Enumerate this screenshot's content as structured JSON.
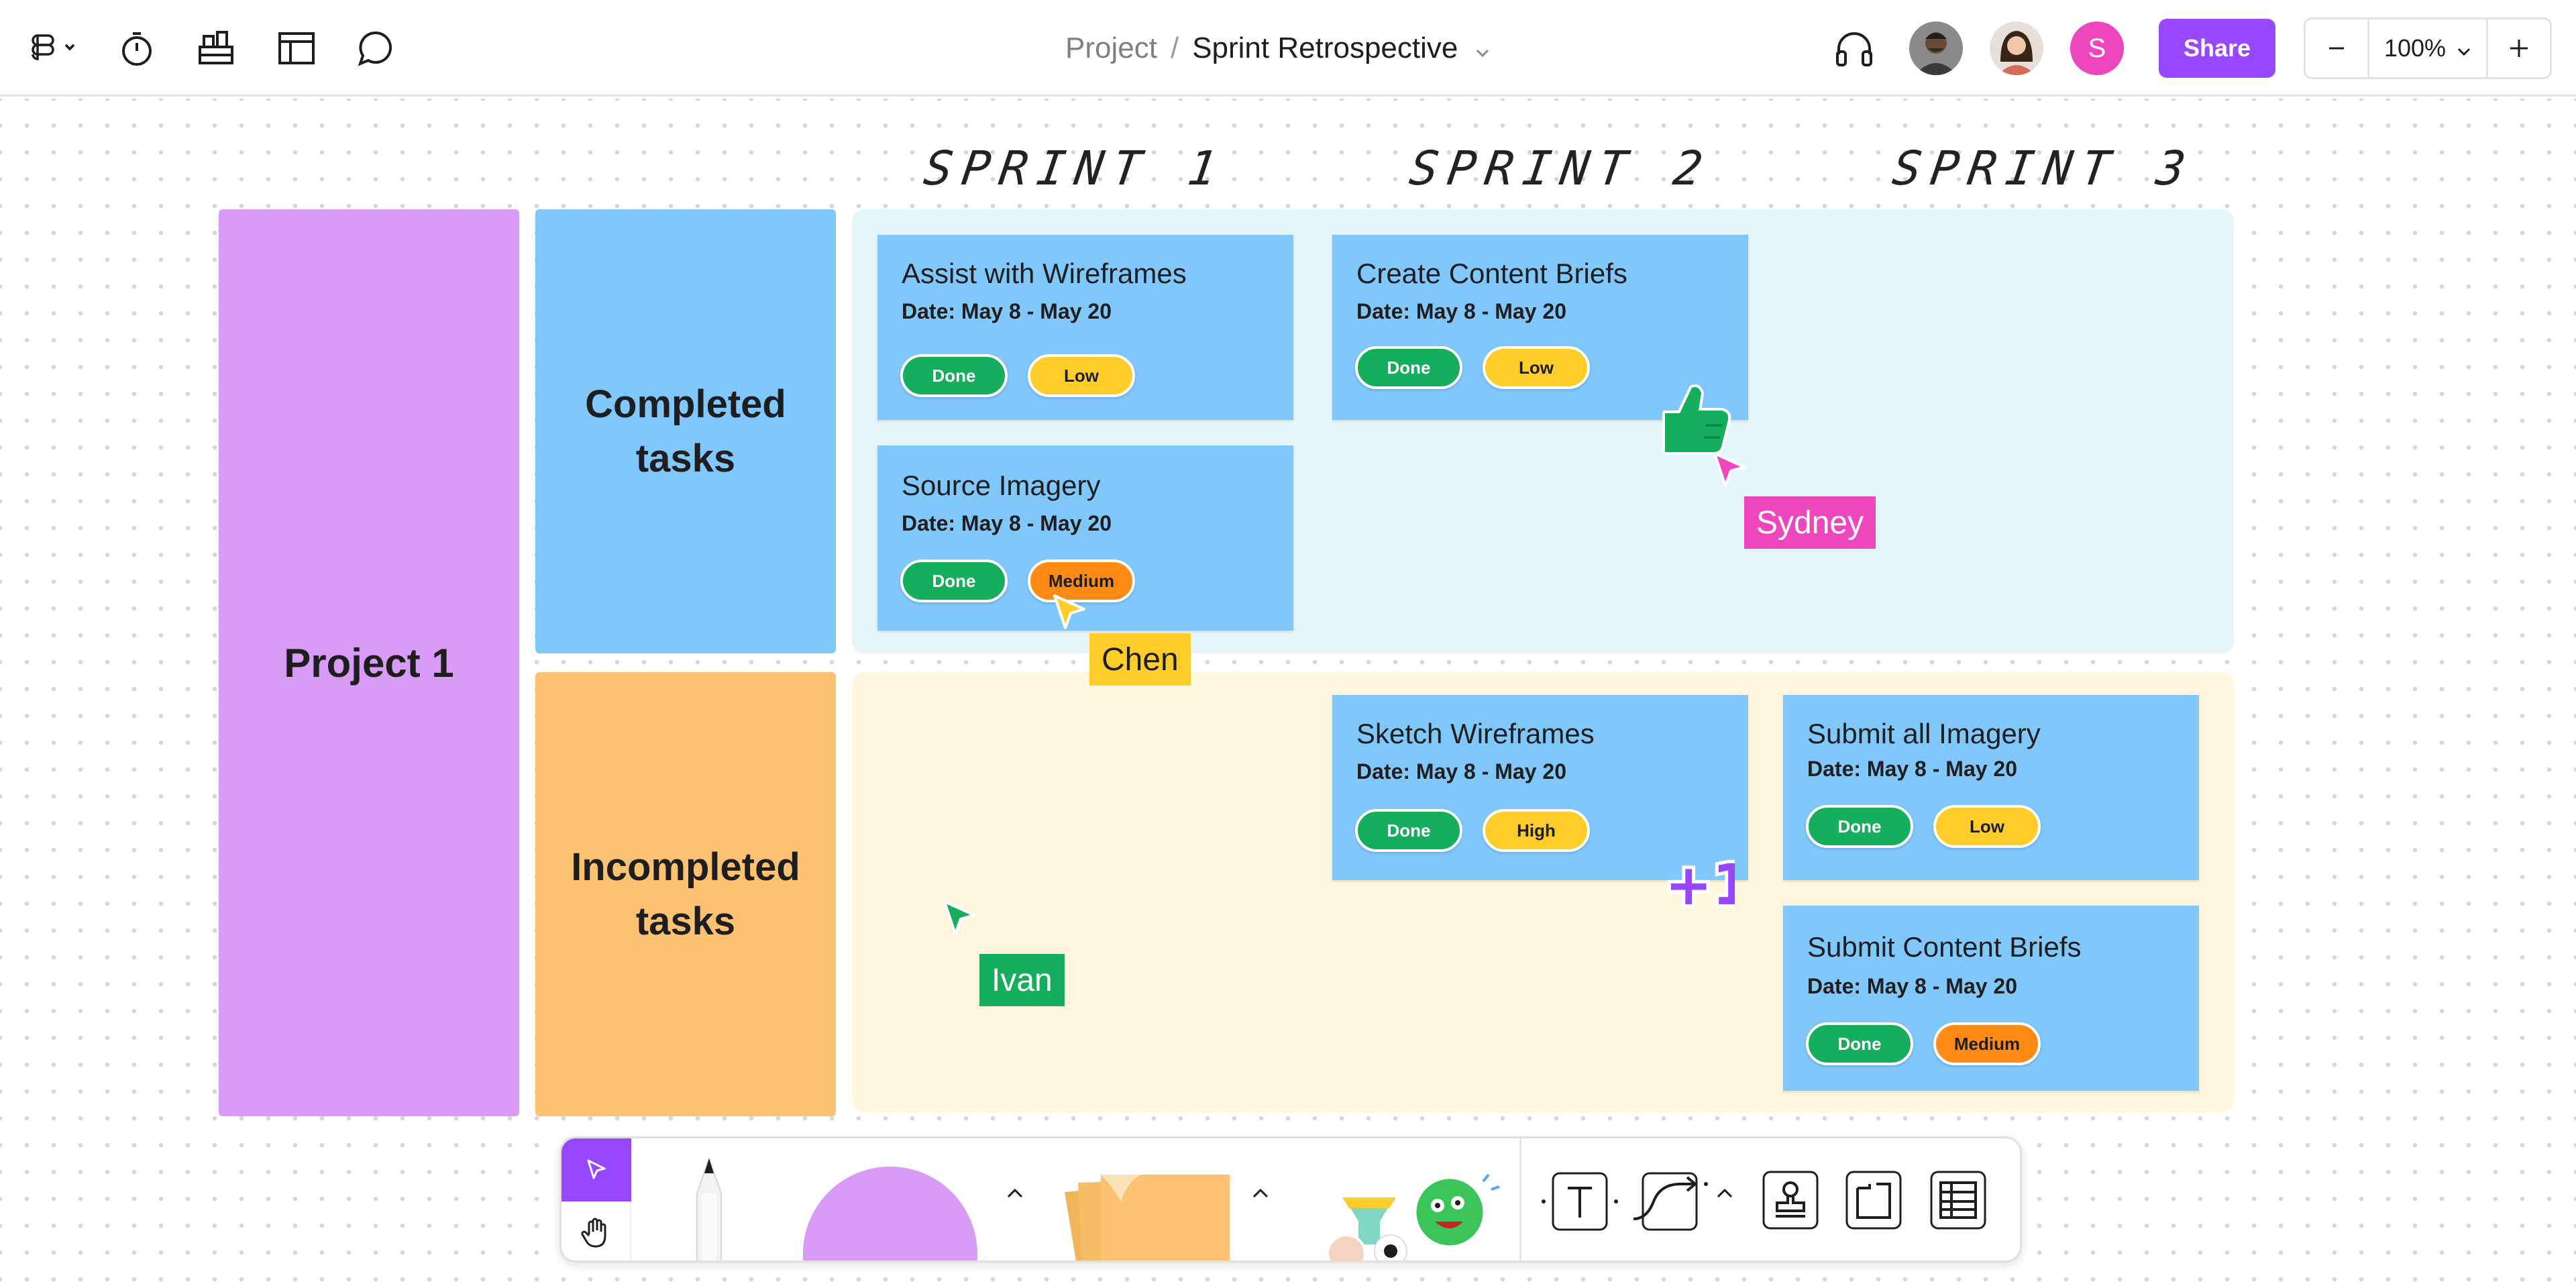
{
  "header": {
    "crumb": "Project",
    "separator": "/",
    "title": "Sprint Retrospective",
    "share_label": "Share",
    "zoom": "100%",
    "avatar_initial": "S"
  },
  "board": {
    "sprints": [
      "SPRINT 1",
      "SPRINT 2",
      "SPRINT 3"
    ],
    "project_label": "Project 1",
    "completed_label": "Completed tasks",
    "incompleted_label": "Incompleted tasks",
    "cards": [
      {
        "title": "Assist with Wireframes",
        "date": "Date: May 8 - May 20",
        "status": "Done",
        "priority": "Low",
        "priority_color": "#ffcd29"
      },
      {
        "title": "Source Imagery",
        "date": "Date: May 8 - May 20",
        "status": "Done",
        "priority": "Medium",
        "priority_color": "#ff8a14"
      },
      {
        "title": "Create Content Briefs",
        "date": "Date: May 8 - May 20",
        "status": "Done",
        "priority": "Low",
        "priority_color": "#ffcd29"
      },
      {
        "title": "Sketch Wireframes",
        "date": "Date: May 8 - May 20",
        "status": "Done",
        "priority": "High",
        "priority_color": "#ffcd29"
      },
      {
        "title": "Submit all Imagery",
        "date": "Date: May 8 - May 20",
        "status": "Done",
        "priority": "Low",
        "priority_color": "#ffcd29"
      },
      {
        "title": "Submit Content Briefs",
        "date": "Date: May 8 - May 20",
        "status": "Done",
        "priority": "Medium",
        "priority_color": "#ff8a14"
      }
    ]
  },
  "cursors": [
    {
      "name": "Sydney",
      "color": "#ee46bc",
      "text_color": "#ffffff"
    },
    {
      "name": "Chen",
      "color": "#ffcd29",
      "text_color": "#1e1e1e"
    },
    {
      "name": "Ivan",
      "color": "#14ae5c",
      "text_color": "#ffffff"
    }
  ],
  "stickers": {
    "plus_one": "+1"
  },
  "colors": {
    "accent": "#9747ff",
    "done": "#14ae5c",
    "project": "#d89cf6",
    "completed": "#80c7fc",
    "incompleted": "#fcc272"
  },
  "icons": {
    "topbar_left": [
      "figma-menu-icon",
      "timer-icon",
      "library-icon",
      "layout-icon",
      "comment-icon"
    ],
    "topbar_right": [
      "headphones-icon"
    ],
    "toolbar": [
      "move-cursor-icon",
      "hand-icon",
      "marker-icon",
      "shape-icon",
      "sticky-note-icon",
      "sticker-icon",
      "text-icon",
      "connector-icon",
      "stamp-icon",
      "section-icon",
      "table-icon"
    ]
  }
}
